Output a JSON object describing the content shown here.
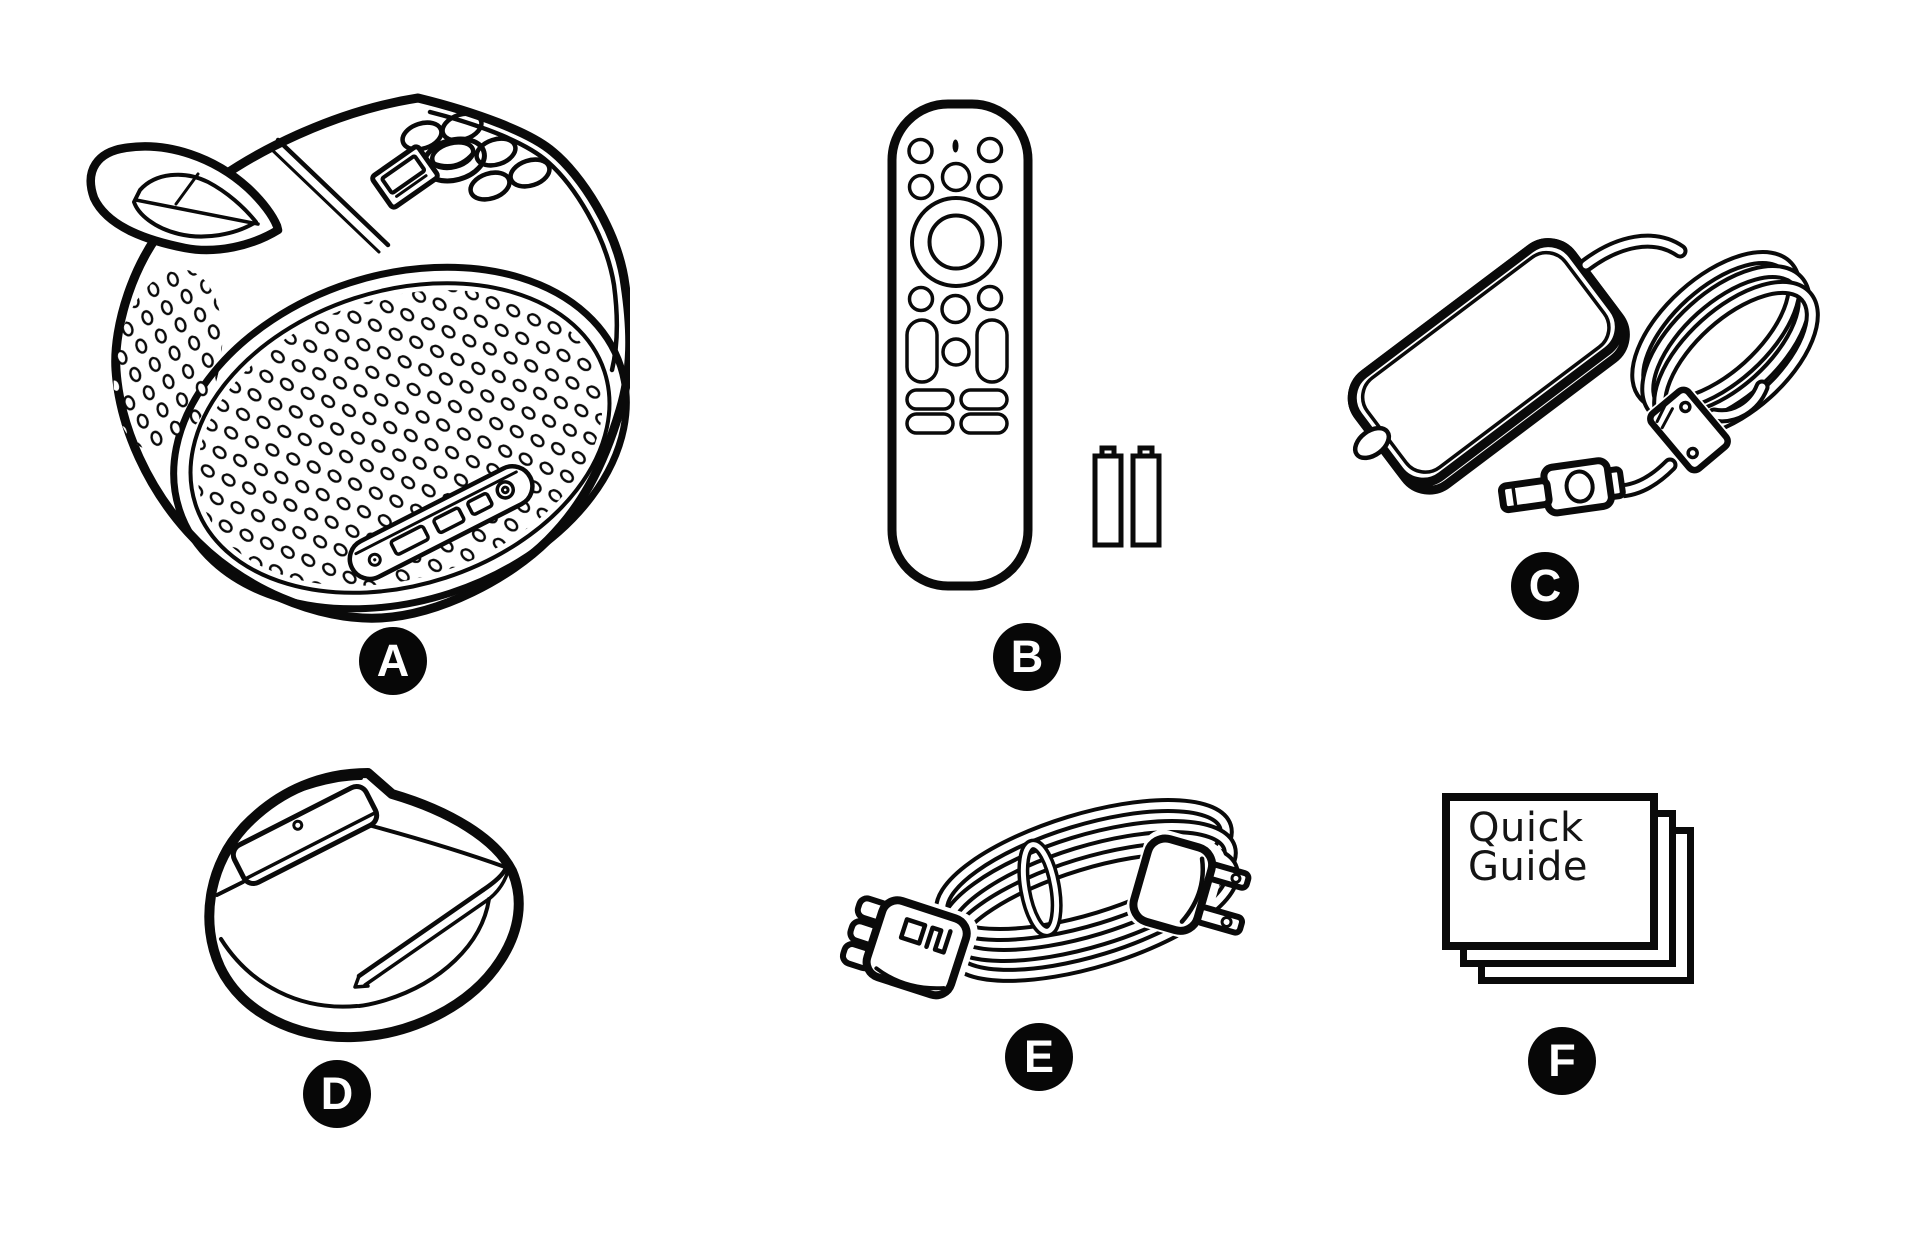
{
  "canvas": {
    "background": "#ffffff",
    "ink": "#0a0a0a",
    "badge_background": "#070707",
    "badge_text_color": "#ffffff"
  },
  "labels": {
    "a": "A",
    "b": "B",
    "c": "C",
    "d": "D",
    "e": "E",
    "f": "F"
  },
  "quick_guide": {
    "title_lines": [
      "Quick",
      "Guide"
    ]
  },
  "illustrations": {
    "a": "portable-projector",
    "b": "remote-control-with-two-batteries",
    "c": "power-adapter-with-coiled-cable",
    "d": "round-dock-stand",
    "e": "coiled-power-cord-with-plug",
    "f": "quick-guide-booklets"
  }
}
